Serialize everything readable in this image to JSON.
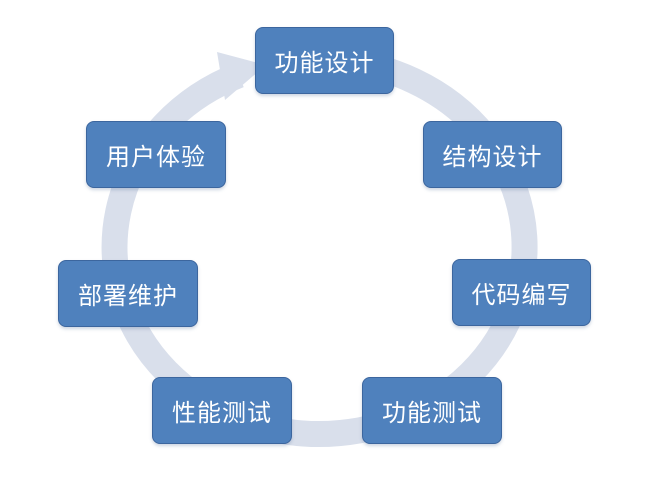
{
  "diagram": {
    "type": "cycle",
    "colors": {
      "node_fill": "#4f81bd",
      "node_border": "#3c669e",
      "node_text": "#ffffff",
      "ring": "#d9dfeb"
    },
    "steps": [
      {
        "label": "功能设计"
      },
      {
        "label": "结构设计"
      },
      {
        "label": "代码编写"
      },
      {
        "label": "功能测试"
      },
      {
        "label": "性能测试"
      },
      {
        "label": "部署维护"
      },
      {
        "label": "用户体验"
      }
    ],
    "arrow_direction": "clockwise",
    "arrow_target": "功能设计"
  }
}
